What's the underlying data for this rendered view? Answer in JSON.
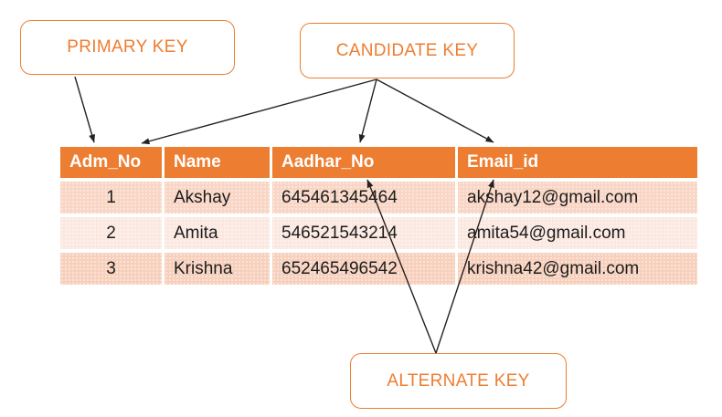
{
  "labels": {
    "primary_key": "PRIMARY KEY",
    "candidate_key": "CANDIDATE KEY",
    "alternate_key": "ALTERNATE KEY"
  },
  "table": {
    "columns": [
      "Adm_No",
      "Name",
      "Aadhar_No",
      "Email_id"
    ],
    "rows": [
      [
        "1",
        "Akshay",
        "645461345464",
        "akshay12@gmail.com"
      ],
      [
        "2",
        "Amita",
        "546521543214",
        "amita54@gmail.com"
      ],
      [
        "3",
        "Krishna",
        "652465496542",
        "krishna42@gmail.com"
      ]
    ]
  },
  "colors": {
    "accent_orange": "#ED7D31",
    "header_bg": "#ED7D31",
    "header_text": "#FFFFFF",
    "row_odd_bg": "#F8D5C4",
    "row_even_bg": "#FBE8E0",
    "row_third_bg": "#F7D0BD",
    "arrow": "#262020",
    "background": "#FFFFFF"
  }
}
